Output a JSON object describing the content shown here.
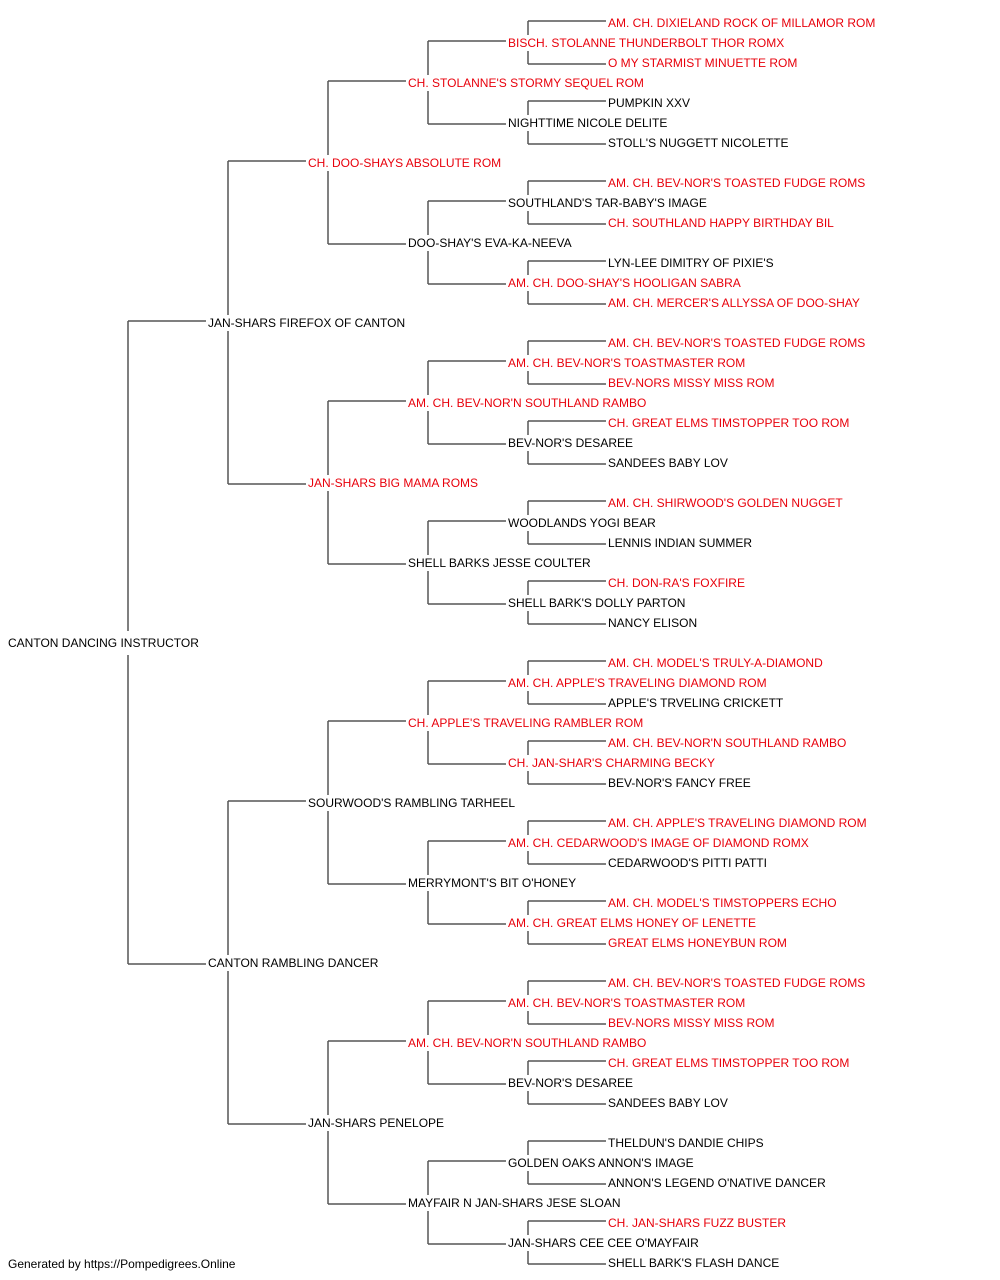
{
  "colors": {
    "champion": "#e8000b",
    "normal": "#000000",
    "line": "#555555"
  },
  "footer": "Generated by https://Pompedigrees.Online",
  "pedigree": {
    "name": "CANTON DANCING INSTRUCTOR",
    "champion": false,
    "sire": {
      "name": "JAN-SHARS FIREFOX OF CANTON",
      "champion": false,
      "sire": {
        "name": "CH. DOO-SHAYS ABSOLUTE ROM",
        "champion": true,
        "sire": {
          "name": "CH. STOLANNE'S STORMY SEQUEL ROM",
          "champion": true,
          "sire": {
            "name": "BISCH. STOLANNE THUNDERBOLT THOR ROMX",
            "champion": true,
            "sire": {
              "name": "AM. CH. DIXIELAND ROCK OF MILLAMOR ROM",
              "champion": true
            },
            "dam": {
              "name": "O MY STARMIST MINUETTE ROM",
              "champion": true
            }
          },
          "dam": {
            "name": "NIGHTTIME NICOLE DELITE",
            "champion": false,
            "sire": {
              "name": "PUMPKIN XXV",
              "champion": false
            },
            "dam": {
              "name": "STOLL'S NUGGETT NICOLETTE",
              "champion": false
            }
          }
        },
        "dam": {
          "name": "DOO-SHAY'S EVA-KA-NEEVA",
          "champion": false,
          "sire": {
            "name": "SOUTHLAND'S TAR-BABY'S IMAGE",
            "champion": false,
            "sire": {
              "name": "AM. CH. BEV-NOR'S TOASTED FUDGE ROMS",
              "champion": true
            },
            "dam": {
              "name": "CH. SOUTHLAND HAPPY BIRTHDAY BIL",
              "champion": true
            }
          },
          "dam": {
            "name": "AM. CH. DOO-SHAY'S HOOLIGAN SABRA",
            "champion": true,
            "sire": {
              "name": "LYN-LEE DIMITRY OF PIXIE'S",
              "champion": false
            },
            "dam": {
              "name": "AM. CH. MERCER'S ALLYSSA OF DOO-SHAY",
              "champion": true
            }
          }
        }
      },
      "dam": {
        "name": "JAN-SHARS BIG MAMA ROMS",
        "champion": true,
        "sire": {
          "name": "AM. CH. BEV-NOR'N SOUTHLAND RAMBO",
          "champion": true,
          "sire": {
            "name": "AM. CH. BEV-NOR'S TOASTMASTER ROM",
            "champion": true,
            "sire": {
              "name": "AM. CH. BEV-NOR'S TOASTED FUDGE ROMS",
              "champion": true
            },
            "dam": {
              "name": "BEV-NORS MISSY MISS ROM",
              "champion": true
            }
          },
          "dam": {
            "name": "BEV-NOR'S DESAREE",
            "champion": false,
            "sire": {
              "name": "CH. GREAT ELMS TIMSTOPPER TOO ROM",
              "champion": true
            },
            "dam": {
              "name": "SANDEES BABY LOV",
              "champion": false
            }
          }
        },
        "dam": {
          "name": "SHELL BARKS JESSE COULTER",
          "champion": false,
          "sire": {
            "name": "WOODLANDS YOGI BEAR",
            "champion": false,
            "sire": {
              "name": "AM. CH. SHIRWOOD'S GOLDEN NUGGET",
              "champion": true
            },
            "dam": {
              "name": "LENNIS INDIAN SUMMER",
              "champion": false
            }
          },
          "dam": {
            "name": "SHELL BARK'S DOLLY PARTON",
            "champion": false,
            "sire": {
              "name": "CH. DON-RA'S FOXFIRE",
              "champion": true
            },
            "dam": {
              "name": "NANCY ELISON",
              "champion": false
            }
          }
        }
      }
    },
    "dam": {
      "name": "CANTON RAMBLING DANCER",
      "champion": false,
      "sire": {
        "name": "SOURWOOD'S RAMBLING TARHEEL",
        "champion": false,
        "sire": {
          "name": "CH. APPLE'S TRAVELING RAMBLER ROM",
          "champion": true,
          "sire": {
            "name": "AM. CH. APPLE'S TRAVELING DIAMOND ROM",
            "champion": true,
            "sire": {
              "name": "AM. CH. MODEL'S TRULY-A-DIAMOND",
              "champion": true
            },
            "dam": {
              "name": "APPLE'S TRVELING CRICKETT",
              "champion": false
            }
          },
          "dam": {
            "name": "CH. JAN-SHAR'S CHARMING BECKY",
            "champion": true,
            "sire": {
              "name": "AM. CH. BEV-NOR'N SOUTHLAND RAMBO",
              "champion": true
            },
            "dam": {
              "name": "BEV-NOR'S FANCY FREE",
              "champion": false
            }
          }
        },
        "dam": {
          "name": "MERRYMONT'S BIT O'HONEY",
          "champion": false,
          "sire": {
            "name": "AM. CH. CEDARWOOD'S IMAGE OF DIAMOND ROMX",
            "champion": true,
            "sire": {
              "name": "AM. CH. APPLE'S TRAVELING DIAMOND ROM",
              "champion": true
            },
            "dam": {
              "name": "CEDARWOOD'S PITTI PATTI",
              "champion": false
            }
          },
          "dam": {
            "name": "AM. CH. GREAT ELMS HONEY OF LENETTE",
            "champion": true,
            "sire": {
              "name": "AM. CH. MODEL'S TIMSTOPPERS ECHO",
              "champion": true
            },
            "dam": {
              "name": "GREAT ELMS HONEYBUN ROM",
              "champion": true
            }
          }
        }
      },
      "dam": {
        "name": "JAN-SHARS PENELOPE",
        "champion": false,
        "sire": {
          "name": "AM. CH. BEV-NOR'N SOUTHLAND RAMBO",
          "champion": true,
          "sire": {
            "name": "AM. CH. BEV-NOR'S TOASTMASTER ROM",
            "champion": true,
            "sire": {
              "name": "AM. CH. BEV-NOR'S TOASTED FUDGE ROMS",
              "champion": true
            },
            "dam": {
              "name": "BEV-NORS MISSY MISS ROM",
              "champion": true
            }
          },
          "dam": {
            "name": "BEV-NOR'S DESAREE",
            "champion": false,
            "sire": {
              "name": "CH. GREAT ELMS TIMSTOPPER TOO ROM",
              "champion": true
            },
            "dam": {
              "name": "SANDEES BABY LOV",
              "champion": false
            }
          }
        },
        "dam": {
          "name": "MAYFAIR N JAN-SHARS JESE SLOAN",
          "champion": false,
          "sire": {
            "name": "GOLDEN OAKS ANNON'S IMAGE",
            "champion": false,
            "sire": {
              "name": "THELDUN'S DANDIE CHIPS",
              "champion": false
            },
            "dam": {
              "name": "ANNON'S LEGEND O'NATIVE DANCER",
              "champion": false
            }
          },
          "dam": {
            "name": "JAN-SHARS CEE CEE O'MAYFAIR",
            "champion": false,
            "sire": {
              "name": "CH. JAN-SHARS FUZZ BUSTER",
              "champion": true
            },
            "dam": {
              "name": "SHELL BARK'S FLASH DANCE",
              "champion": false
            }
          }
        }
      }
    }
  }
}
